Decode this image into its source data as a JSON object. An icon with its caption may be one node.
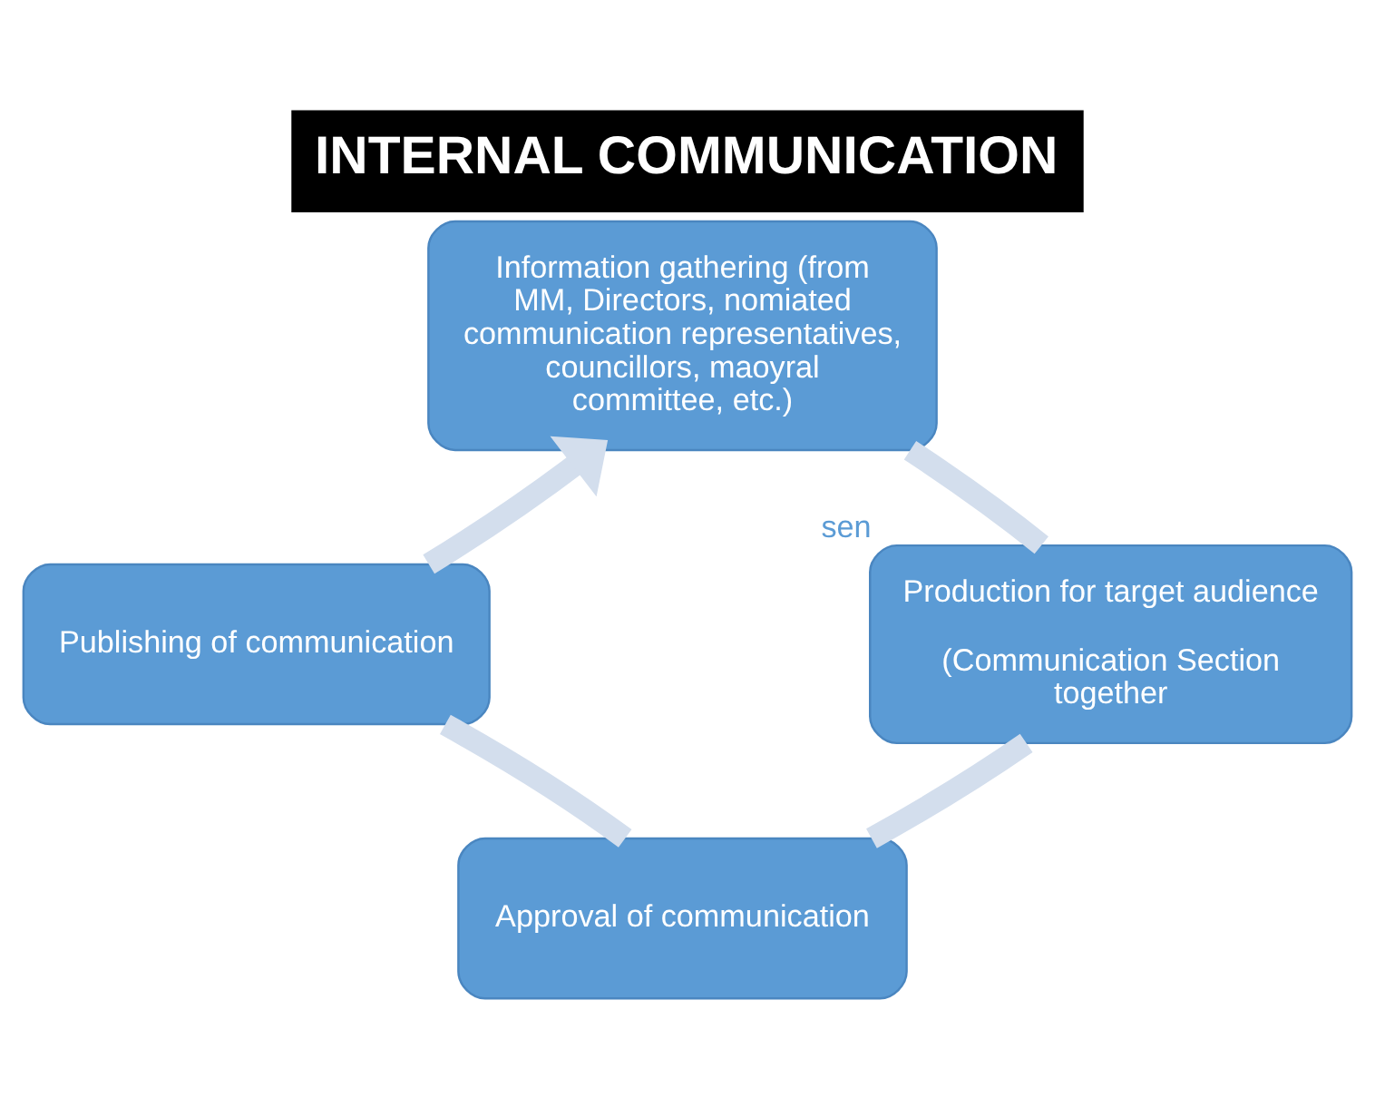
{
  "diagram": {
    "title": "INTERNAL COMMUNICATION",
    "nodes": [
      {
        "text": [
          "Information gathering (from MM, Directors, nomiated communication representatives, councillors, maoyral committee, etc.)"
        ]
      },
      {
        "text": [
          "Production for target audience",
          "(Communication Section together"
        ],
        "beside": [
          "sen"
        ]
      },
      {
        "text": [
          "Approval of communication"
        ]
      },
      {
        "text": [
          "Publishing of communication"
        ]
      }
    ],
    "edges": [
      {
        "from": 0,
        "to": 1,
        "arrow": "none"
      },
      {
        "from": 1,
        "to": 2,
        "arrow": "none"
      },
      {
        "from": 2,
        "to": 3,
        "arrow": "none"
      },
      {
        "from": 3,
        "to": 0,
        "arrow": "to"
      }
    ]
  }
}
